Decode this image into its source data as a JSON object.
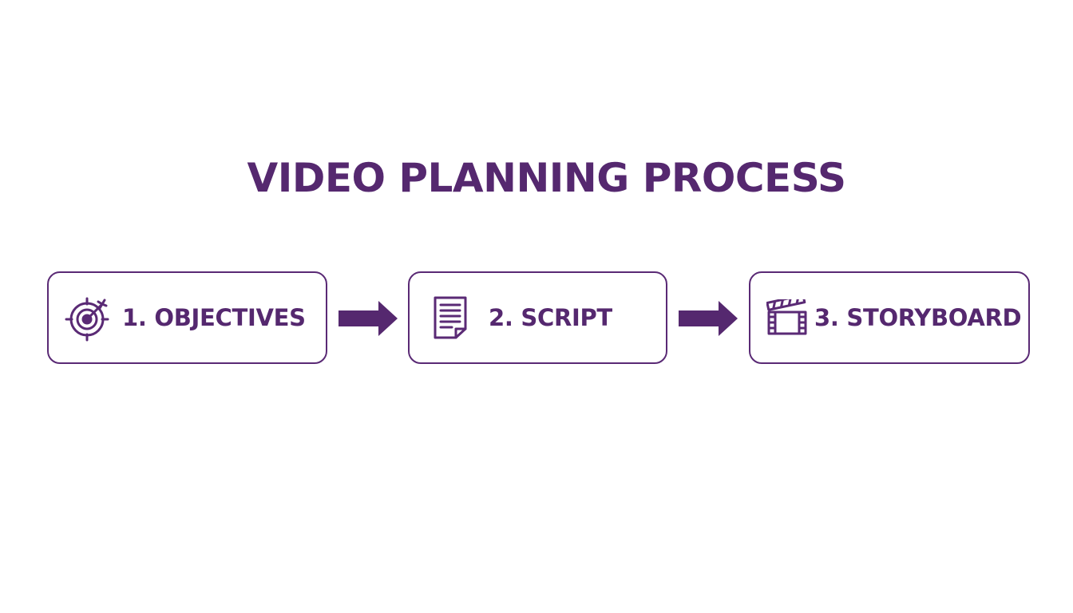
{
  "diagram": {
    "title": "VIDEO PLANNING PROCESS",
    "steps": [
      {
        "label": "1. OBJECTIVES",
        "icon": "target-icon"
      },
      {
        "label": "2. SCRIPT",
        "icon": "document-icon"
      },
      {
        "label": "3. STORYBOARD",
        "icon": "clapperboard-icon"
      }
    ],
    "connectors": [
      "arrow-right-icon",
      "arrow-right-icon"
    ]
  },
  "colors": {
    "accent": "#55286f",
    "border": "#5a2a75",
    "background": "#ffffff"
  }
}
